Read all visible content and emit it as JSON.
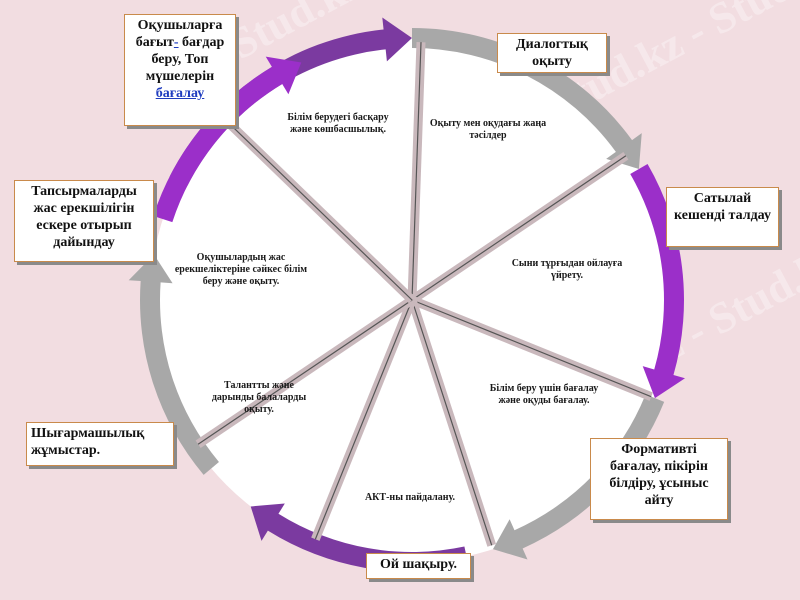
{
  "colors": {
    "background": "#f2dde1",
    "arrow_purple_dark": "#7b3aa0",
    "arrow_purple_bright": "#9b2fc9",
    "arrow_gray": "#a8a8a8",
    "callout_border": "#c98a4b",
    "link_blue": "#1f3cbf"
  },
  "watermark": "Stud.kz",
  "sectors": [
    {
      "label": "Оқыту мен оқудағы жаңа тәсілдер"
    },
    {
      "label": "Сыни тұрғыдан ойлауға үйрету."
    },
    {
      "label": "Білім беру үшін бағалау және оқуды бағалау."
    },
    {
      "label": "АКТ-ны пайдалану."
    },
    {
      "label": "Талантты және дарынды балаларды оқыту."
    },
    {
      "label": "Оқушылардың жас ерекшеліктеріне сәйкес білім беру және оқыту."
    },
    {
      "label": "Білім берудегі басқару және көшбасшылық."
    }
  ],
  "callouts": {
    "top_left": {
      "line1": "Оқушыларға",
      "line2_a": "бағыт",
      "line2_dash": "-",
      "line2_b": " бағдар",
      "line3": "беру, Топ",
      "line4": "мүшелерін",
      "line5": "бағалау"
    },
    "dialog": "Диалогтық оқыту",
    "analysis": "Сатылай кешенді талдау",
    "formative": "Формативті бағалау, пікірін білдіру, ұсыныс айту",
    "idea": "Ой шақыру.",
    "creative": "Шығармашылық жұмыстар.",
    "tasks": "Тапсырмаларды жас ерекшілігін ескере отырып дайындау"
  }
}
